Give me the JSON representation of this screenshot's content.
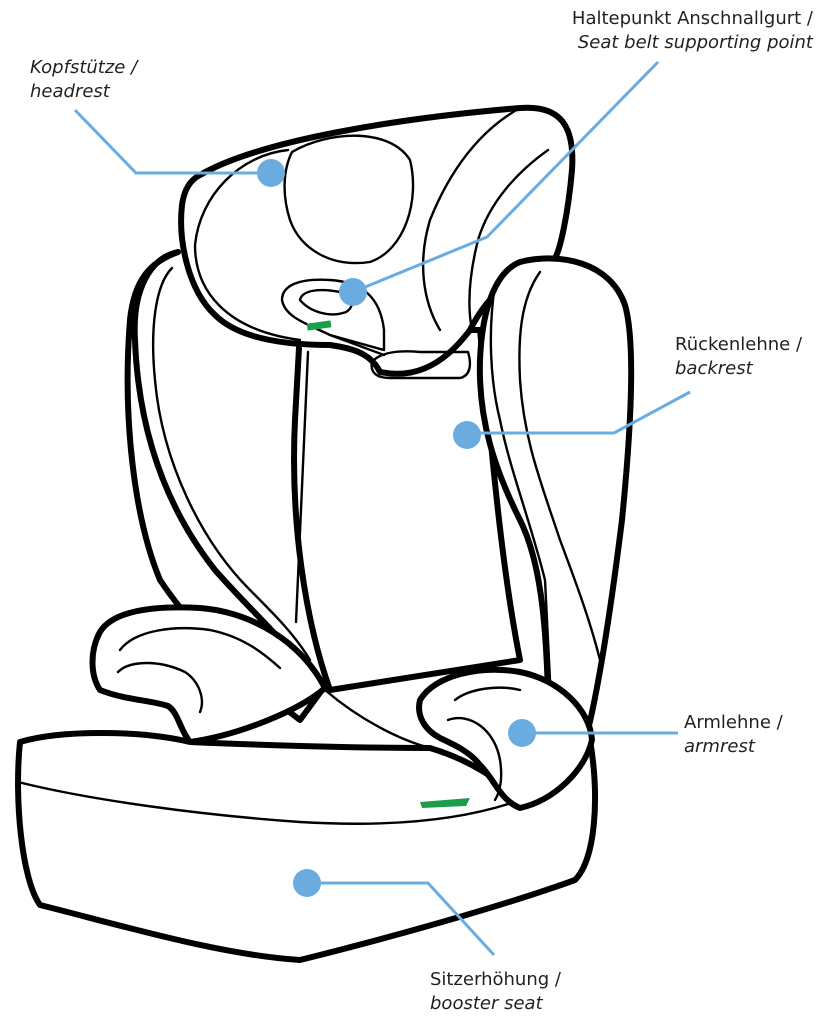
{
  "colors": {
    "callout": "#6aacdf",
    "accent_green": "#1a9e4a",
    "line": "#000000",
    "text": "#231f20"
  },
  "labels": {
    "headrest": {
      "de": "Kopfstütze /",
      "en": "headrest"
    },
    "belt_point": {
      "de": "Haltepunkt Anschnallgurt /",
      "en": "Seat belt supporting point"
    },
    "backrest": {
      "de": "Rückenlehne /",
      "en": "backrest"
    },
    "armrest": {
      "de": "Armlehne /",
      "en": "armrest"
    },
    "booster": {
      "de": "Sitzerhöhung /",
      "en": "booster seat"
    }
  }
}
